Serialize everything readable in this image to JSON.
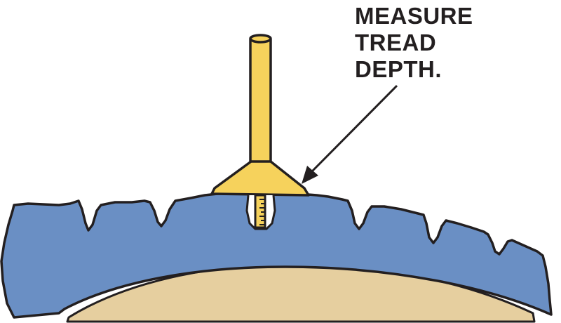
{
  "callout": {
    "lines": [
      "MEASURE",
      "TREAD",
      "DEPTH."
    ]
  },
  "colors": {
    "tread_rubber": "#6a8fc4",
    "gauge": "#f6d25c",
    "tire_casing": "#e6cf9f",
    "outline": "#231f20"
  },
  "icons": {
    "gauge": "tread-depth-gauge-icon",
    "tire": "tire-tread-section-icon",
    "arrow": "leader-arrow-icon"
  }
}
